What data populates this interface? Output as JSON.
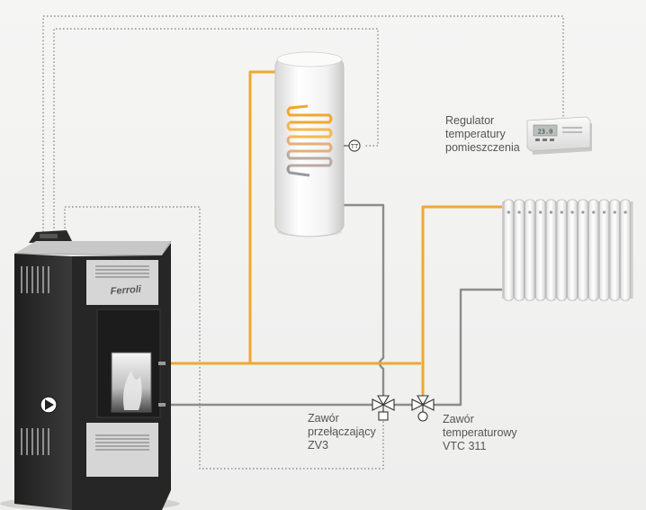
{
  "stove": {
    "brand": "Ferroli"
  },
  "regulator": {
    "line1": "Regulator",
    "line2": "temperatury",
    "line3": "pomieszczenia",
    "display_text": "23.0"
  },
  "sensor": {
    "symbol": "TT"
  },
  "valve_zv3": {
    "line1": "Zawór",
    "line2": "przełączający",
    "line3": "ZV3"
  },
  "valve_vtc": {
    "line1": "Zawór",
    "line2": "temperaturowy",
    "line3": "VTC 311"
  },
  "colors": {
    "hot_pipe": "#f0a830",
    "return_pipe": "#8c8c8c",
    "signal_line": "#777777",
    "stove_body": "#2b2b2b",
    "stove_panel": "#d9d9d9"
  }
}
